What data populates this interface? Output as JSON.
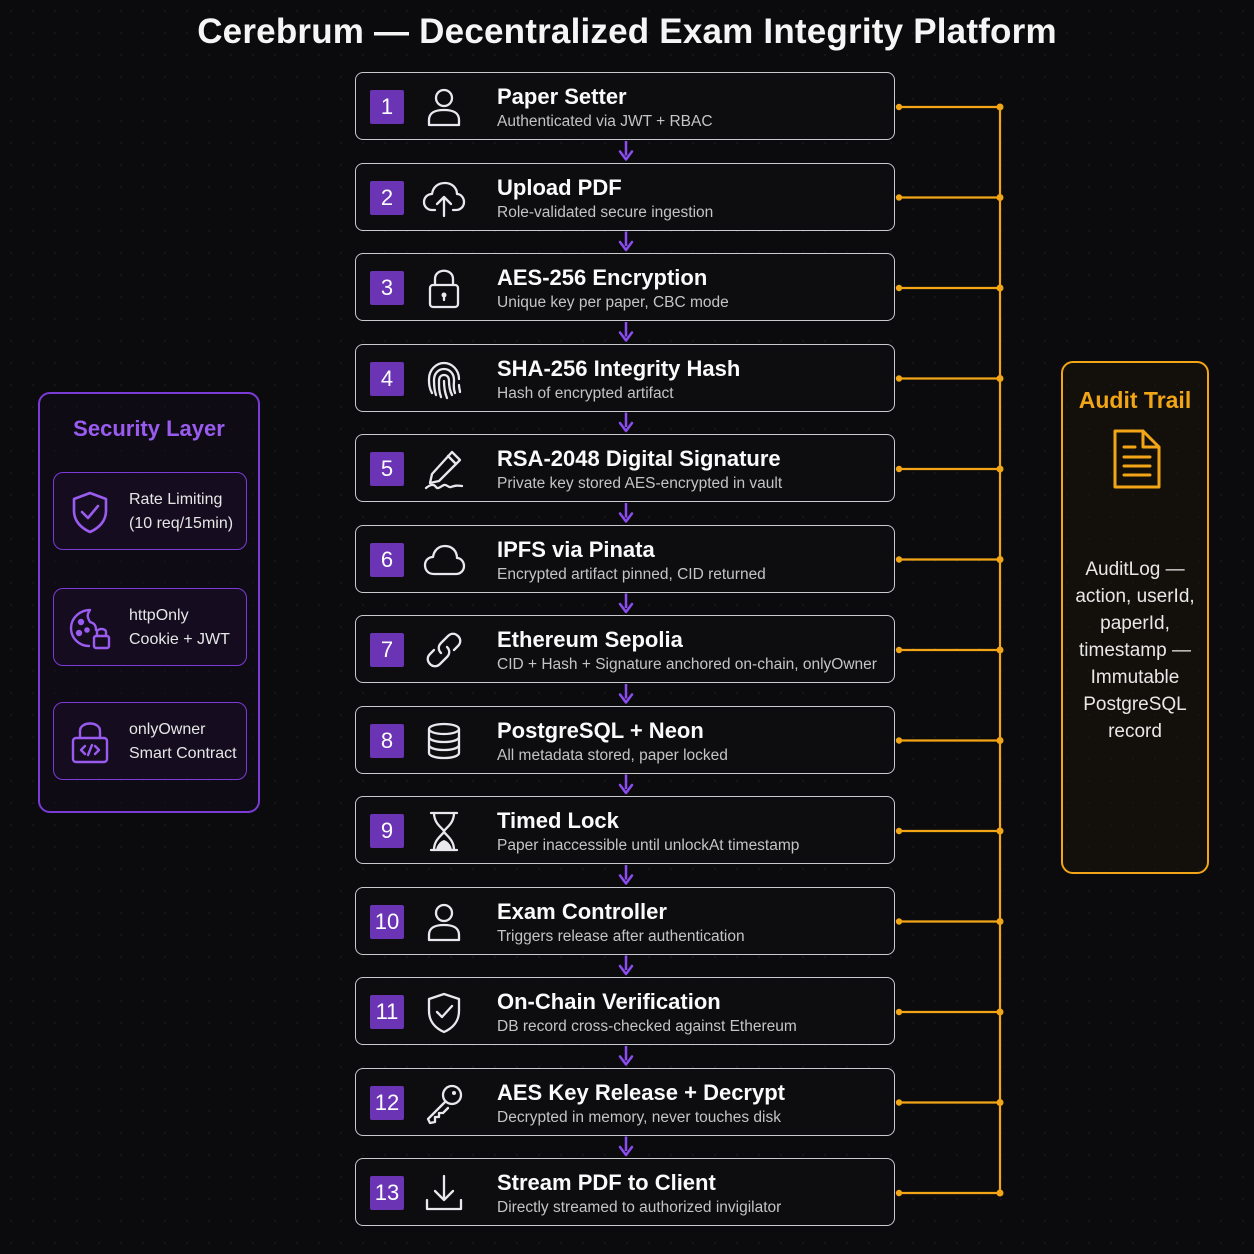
{
  "title": "Cerebrum — Decentralized Exam Integrity Platform",
  "steps": [
    {
      "num": "1",
      "title": "Paper Setter",
      "subtitle": "Authenticated via JWT + RBAC",
      "icon": "user-icon"
    },
    {
      "num": "2",
      "title": "Upload PDF",
      "subtitle": "Role-validated secure ingestion",
      "icon": "cloud-upload-icon"
    },
    {
      "num": "3",
      "title": "AES-256 Encryption",
      "subtitle": "Unique key per paper, CBC mode",
      "icon": "lock-icon"
    },
    {
      "num": "4",
      "title": "SHA-256 Integrity Hash",
      "subtitle": "Hash of encrypted artifact",
      "icon": "fingerprint-icon"
    },
    {
      "num": "5",
      "title": "RSA-2048 Digital Signature",
      "subtitle": "Private key stored AES-encrypted in vault",
      "icon": "pen-signature-icon"
    },
    {
      "num": "6",
      "title": "IPFS via Pinata",
      "subtitle": "Encrypted artifact pinned, CID returned",
      "icon": "cloud-icon"
    },
    {
      "num": "7",
      "title": "Ethereum Sepolia",
      "subtitle": "CID + Hash + Signature anchored on-chain, onlyOwner",
      "icon": "chain-link-icon"
    },
    {
      "num": "8",
      "title": "PostgreSQL + Neon",
      "subtitle": "All metadata stored, paper locked",
      "icon": "database-icon"
    },
    {
      "num": "9",
      "title": "Timed Lock",
      "subtitle": "Paper inaccessible until unlockAt timestamp",
      "icon": "hourglass-icon"
    },
    {
      "num": "10",
      "title": "Exam Controller",
      "subtitle": "Triggers release after authentication",
      "icon": "user-icon"
    },
    {
      "num": "11",
      "title": "On-Chain Verification",
      "subtitle": "DB record cross-checked against Ethereum",
      "icon": "shield-check-icon"
    },
    {
      "num": "12",
      "title": "AES Key Release + Decrypt",
      "subtitle": "Decrypted in memory, never touches disk",
      "icon": "key-icon"
    },
    {
      "num": "13",
      "title": "Stream PDF to Client",
      "subtitle": "Directly streamed to authorized invigilator",
      "icon": "download-icon"
    }
  ],
  "security": {
    "title": "Security Layer",
    "items": [
      {
        "line1": "Rate Limiting",
        "line2": "(10 req/15min)",
        "icon": "shield-check-icon"
      },
      {
        "line1": "httpOnly",
        "line2": "Cookie + JWT",
        "icon": "cookie-lock-icon"
      },
      {
        "line1": "onlyOwner",
        "line2": "Smart Contract",
        "icon": "code-lock-icon"
      }
    ]
  },
  "audit": {
    "title": "Audit Trail",
    "icon": "document-icon",
    "lines": [
      "AuditLog —",
      "action, userId,",
      "paperId,",
      "timestamp —",
      "Immutable",
      "PostgreSQL",
      "record"
    ]
  },
  "colors": {
    "accent_purple": "#7a3bd6",
    "number_badge": "#6a34b5",
    "audit_orange": "#f2a516",
    "arrow_purple": "#8b4cf0"
  }
}
